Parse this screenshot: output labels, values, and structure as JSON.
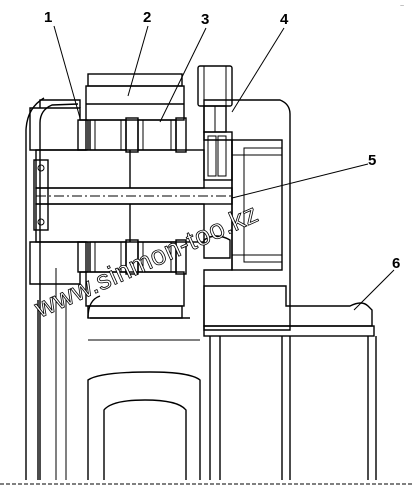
{
  "callouts": [
    {
      "id": "1",
      "text": "1"
    },
    {
      "id": "2",
      "text": "2"
    },
    {
      "id": "3",
      "text": "3"
    },
    {
      "id": "4",
      "text": "4"
    },
    {
      "id": "5",
      "text": "5"
    },
    {
      "id": "6",
      "text": "6"
    }
  ],
  "watermark": "www.sinmon-too.kz",
  "corner_mark": "~",
  "colors": {
    "line": "#000000",
    "background": "#ffffff",
    "hatch": "#000000"
  }
}
